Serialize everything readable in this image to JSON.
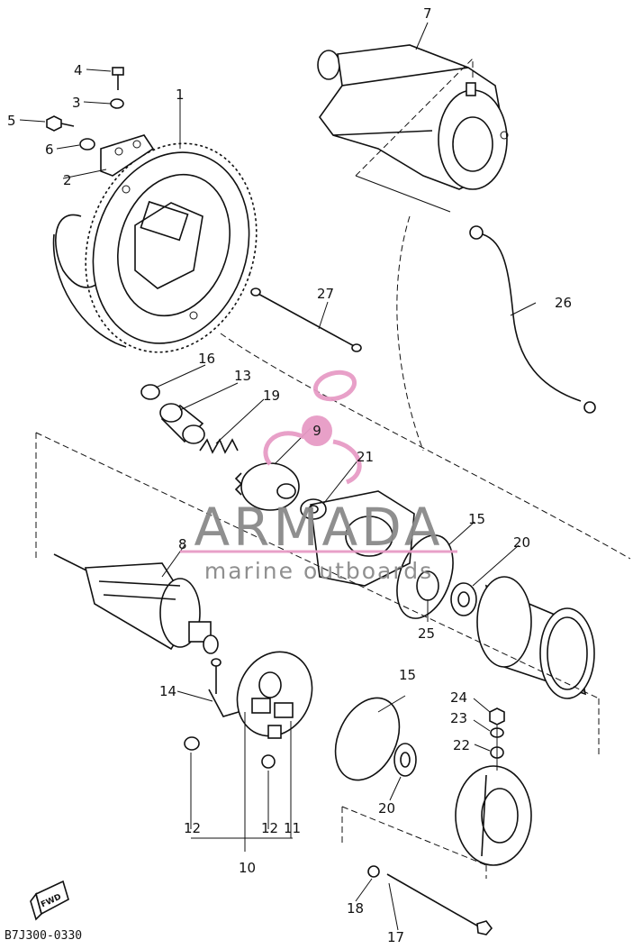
{
  "diagram": {
    "code": "B7J300-0330",
    "fwd_label": "FWD",
    "watermark": {
      "brand": "ARMADA",
      "tagline": "marine outboards",
      "badge": "9",
      "pink": "#e79bc6",
      "grey": "#8a8a8a"
    },
    "callouts": {
      "n1": "1",
      "n2": "2",
      "n3": "3",
      "n4": "4",
      "n5": "5",
      "n6": "6",
      "n7": "7",
      "n8": "8",
      "n10": "10",
      "n11": "11",
      "n12a": "12",
      "n12b": "12",
      "n13": "13",
      "n14": "14",
      "n15a": "15",
      "n15b": "15",
      "n16": "16",
      "n17": "17",
      "n18": "18",
      "n19": "19",
      "n20a": "20",
      "n20b": "20",
      "n21": "21",
      "n22": "22",
      "n23": "23",
      "n24": "24",
      "n25": "25",
      "n26": "26",
      "n27": "27"
    }
  }
}
